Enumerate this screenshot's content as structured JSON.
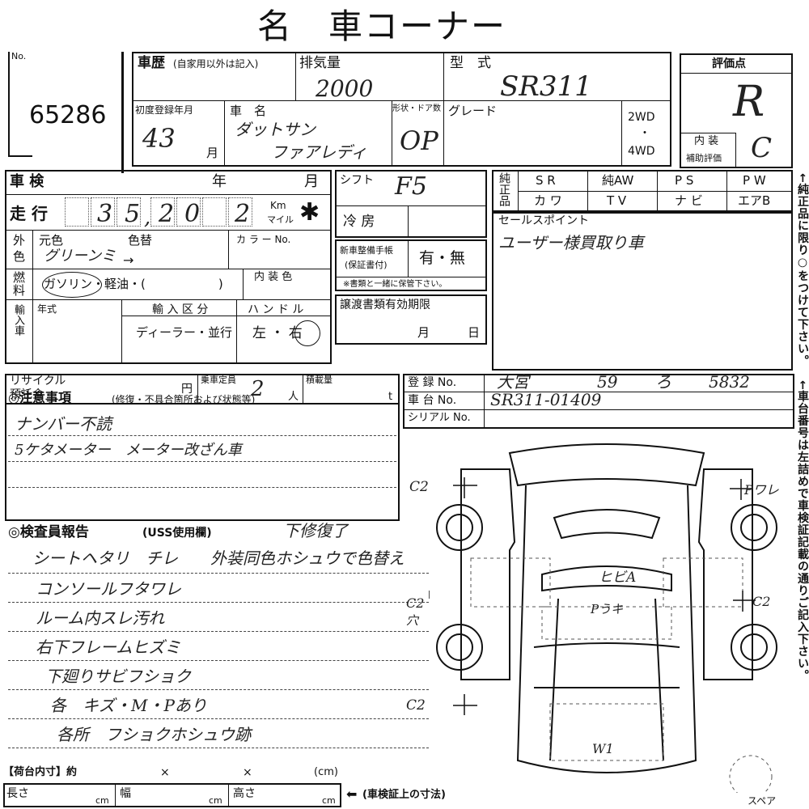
{
  "title": "名　車コーナー",
  "no": {
    "label": "No.",
    "value": "65286"
  },
  "history": {
    "label": "車歴",
    "note": "(自家用以外は記入)"
  },
  "displacement": {
    "label": "排気量",
    "value": "2000"
  },
  "model": {
    "label": "型　式",
    "value": "SR311"
  },
  "rating": {
    "label": "評価点",
    "value": "R",
    "interior_label": "内 装",
    "aux_label": "補助評価",
    "interior_value": "C"
  },
  "first_reg": {
    "label": "初度登録年月",
    "year": "43",
    "month_label": "月"
  },
  "car_name": {
    "label": "車　名",
    "line1": "ダットサン",
    "line2": "ファアレディ"
  },
  "doors": {
    "label": "形状・ドア数",
    "value": "OP"
  },
  "grade": {
    "label": "グレード"
  },
  "drive": {
    "two": "2WD",
    "sep": "・",
    "four": "4WD"
  },
  "inspection": {
    "label": "車 検",
    "year": "年",
    "month": "月"
  },
  "mileage": {
    "label": "走 行",
    "digits": [
      "3",
      "5",
      "2",
      "0",
      "2"
    ],
    "comma": ",",
    "unit_km": "Km",
    "unit_mile": "マイル"
  },
  "color": {
    "side_a": "外",
    "side_b": "色",
    "original": "元色",
    "repaint": "色替",
    "code_label": "カ ラ ー No.",
    "value": "グリーンミ",
    "arrow": "→"
  },
  "fuel": {
    "side_a": "燃",
    "side_b": "料",
    "options": "ガソリン・軽油・(　　　　　　)",
    "interior_color": "内 装 色"
  },
  "import": {
    "side": "輸入車",
    "year": "年式",
    "division": "輸 入 区 分",
    "division_options": "ディーラー・並行",
    "handle": "ハ ン ド ル",
    "handle_options": "左 ・ 右"
  },
  "shift": {
    "label": "シフト",
    "value": "F5"
  },
  "ac": {
    "label": "冷 房"
  },
  "maintenance": {
    "label": "新車整備手帳",
    "sub": "(保証書付)",
    "options": "有・無",
    "note": "※書類と一緒に保管下さい。"
  },
  "transfer": {
    "label": "譲渡書類有効期限",
    "month": "月",
    "day": "日"
  },
  "genuine": {
    "side": "純正品",
    "cols": [
      "S R",
      "純AW",
      "P S",
      "P W",
      "カ ワ",
      "T V",
      "ナ ビ",
      "エアB"
    ]
  },
  "sale_point": {
    "label": "セールスポイント",
    "value": "ユーザー様買取り車"
  },
  "recycle": {
    "label1": "リサイクル",
    "label2": "預託金",
    "yen": "円"
  },
  "capacity": {
    "label": "乗車定員",
    "value": "2",
    "unit": "人"
  },
  "load": {
    "label": "積載量",
    "unit": "t"
  },
  "registration": {
    "label": "登 録 No.",
    "area": "大宮",
    "class": "59",
    "kana": "ろ",
    "number": "5832"
  },
  "chassis": {
    "label": "車 台 No.",
    "value": "SR311-01409"
  },
  "serial": {
    "label": "シリアル No."
  },
  "notes": {
    "label": "◎注意事項",
    "sub": "(修復・不具合箇所および状態等)",
    "lines": [
      "ナンバー不読",
      "5ケタメーター　メーター改ざん車"
    ]
  },
  "report": {
    "label": "◎検査員報告",
    "sub": "(USS使用欄)",
    "stamp": "下修復了",
    "lines": [
      "シートヘタリ　チレ　　外装同色ホシュウで色替え",
      "コンソールフタワレ",
      "ルーム内スレ汚れ",
      "右下フレームヒズミ",
      "下廻りサビフショク",
      "各　キズ・M・Pあり",
      "各所　フショクホシュウ跡"
    ]
  },
  "diagram": {
    "c2_tl": "C2",
    "p_tr": "Pワレ",
    "c2_mid": "C2",
    "hole": "穴",
    "c2_bl": "C2",
    "c2_r": "C2",
    "glass": "ヒビA",
    "roof": "Pうキ",
    "w1": "W1",
    "spare": "スペア"
  },
  "cargo": {
    "label": "【荷台内寸】約",
    "x1": "×",
    "x2": "×",
    "unit": "(cm)",
    "length": "長さ",
    "width": "幅",
    "height": "高さ",
    "cm": "cm",
    "note": "(車検証上の寸法)"
  },
  "side_note1": "←純正品に限り○をつけて下さい。",
  "side_note2": "←車台番号は左詰めで車検証記載の通りご記入下さい。"
}
